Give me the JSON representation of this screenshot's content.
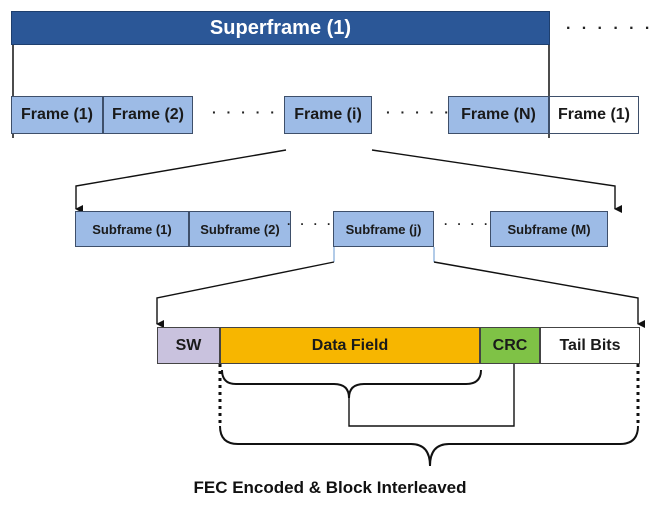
{
  "superframe": {
    "label": "Superframe (1)",
    "fill": "#2b5797"
  },
  "frames": {
    "f1": "Frame (1)",
    "f2": "Frame (2)",
    "fi": "Frame (i)",
    "fn": "Frame (N)",
    "next": "Frame (1)"
  },
  "subframes": {
    "s1": "Subframe (1)",
    "s2": "Subframe (2)",
    "sj": "Subframe (j)",
    "sm": "Subframe (M)"
  },
  "fields": {
    "sw": {
      "label": "SW",
      "fill": "#c9c2de"
    },
    "data": {
      "label": "Data Field",
      "fill": "#f7b600"
    },
    "crc": {
      "label": "CRC",
      "fill": "#7fc246"
    },
    "tail": {
      "label": "Tail Bits",
      "fill": "#ffffff"
    }
  },
  "ellipsis": "· · · · · ·",
  "caption": "FEC Encoded & Block Interleaved",
  "colors": {
    "frame_blue": "#9dbbe6",
    "line": "#111111"
  }
}
